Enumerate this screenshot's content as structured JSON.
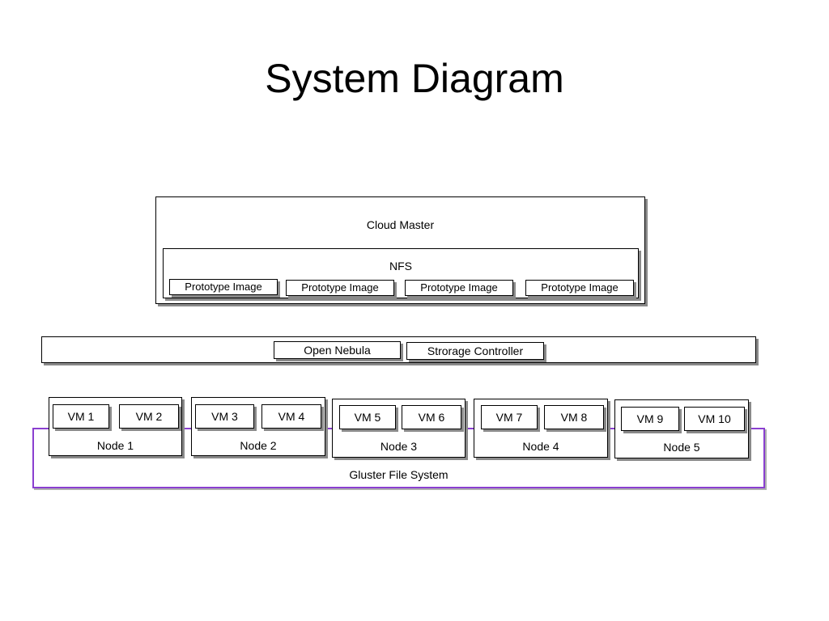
{
  "title": "System Diagram",
  "cloud_master": {
    "label": "Cloud Master",
    "nfs": {
      "label": "NFS",
      "images": [
        "Prototype Image",
        "Prototype Image",
        "Prototype Image",
        "Prototype Image"
      ]
    }
  },
  "controller_bar": {
    "open_nebula": "Open Nebula",
    "storage_controller": "Strorage Controller"
  },
  "gluster": {
    "label": "Gluster File System"
  },
  "nodes": [
    {
      "label": "Node 1",
      "vms": [
        "VM 1",
        "VM 2"
      ]
    },
    {
      "label": "Node 2",
      "vms": [
        "VM 3",
        "VM 4"
      ]
    },
    {
      "label": "Node 3",
      "vms": [
        "VM 5",
        "VM 6"
      ]
    },
    {
      "label": "Node 4",
      "vms": [
        "VM 7",
        "VM 8"
      ]
    },
    {
      "label": "Node 5",
      "vms": [
        "VM 9",
        "VM 10"
      ]
    }
  ],
  "colors": {
    "gluster_border": "#8a3fd0",
    "shadow": "#8a8a8a"
  }
}
